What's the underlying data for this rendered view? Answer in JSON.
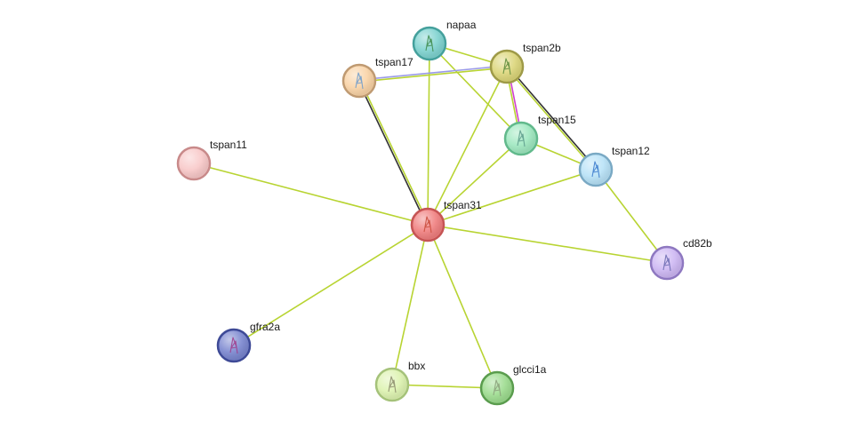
{
  "network": {
    "nodes": [
      {
        "id": "tspan31",
        "label": "tspan31",
        "fill": "#f07f7f",
        "stroke": "#c55555",
        "glyph": "#c84a3a"
      },
      {
        "id": "napaa",
        "label": "napaa",
        "fill": "#7fd3d0",
        "stroke": "#45a09c",
        "glyph": "#3c8a4a"
      },
      {
        "id": "tspan2b",
        "label": "tspan2b",
        "fill": "#dcd67a",
        "stroke": "#9e9a48",
        "glyph": "#5a8a3a"
      },
      {
        "id": "tspan17",
        "label": "tspan17",
        "fill": "#f9d3a6",
        "stroke": "#bf9a72",
        "glyph": "#6a9acc"
      },
      {
        "id": "tspan15",
        "label": "tspan15",
        "fill": "#9fe8c0",
        "stroke": "#62b98c",
        "glyph": "#5a9a8a"
      },
      {
        "id": "tspan12",
        "label": "tspan12",
        "fill": "#b8e2f7",
        "stroke": "#7aa9c4",
        "glyph": "#3a7acc"
      },
      {
        "id": "tspan11",
        "label": "tspan11",
        "fill": "#f8c8c8",
        "stroke": "#c88a8a",
        "glyph": ""
      },
      {
        "id": "cd82b",
        "label": "cd82b",
        "fill": "#cdb7f3",
        "stroke": "#8e78c0",
        "glyph": "#6a6ab0"
      },
      {
        "id": "gfra2a",
        "label": "gfra2a",
        "fill": "#7a86cf",
        "stroke": "#3e4a96",
        "glyph": "#a03a8a"
      },
      {
        "id": "bbx",
        "label": "bbx",
        "fill": "#ddf3b0",
        "stroke": "#a5c27a",
        "glyph": "#8a8a6a"
      },
      {
        "id": "glcci1a",
        "label": "glcci1a",
        "fill": "#9ddc8f",
        "stroke": "#5a9c4e",
        "glyph": "#8aa07a"
      }
    ],
    "edges": [
      {
        "from": "tspan31",
        "to": "tspan11",
        "colors": [
          "#b8d432"
        ]
      },
      {
        "from": "tspan31",
        "to": "gfra2a",
        "colors": [
          "#b8d432"
        ]
      },
      {
        "from": "tspan31",
        "to": "bbx",
        "colors": [
          "#b8d432"
        ]
      },
      {
        "from": "tspan31",
        "to": "glcci1a",
        "colors": [
          "#b8d432"
        ]
      },
      {
        "from": "tspan31",
        "to": "cd82b",
        "colors": [
          "#b8d432"
        ]
      },
      {
        "from": "tspan31",
        "to": "tspan12",
        "colors": [
          "#b8d432"
        ]
      },
      {
        "from": "tspan31",
        "to": "tspan15",
        "colors": [
          "#b8d432"
        ]
      },
      {
        "from": "tspan31",
        "to": "tspan2b",
        "colors": [
          "#b8d432"
        ]
      },
      {
        "from": "tspan31",
        "to": "napaa",
        "colors": [
          "#b8d432"
        ]
      },
      {
        "from": "tspan31",
        "to": "tspan17",
        "colors": [
          "#333333",
          "#b8d432"
        ]
      },
      {
        "from": "bbx",
        "to": "glcci1a",
        "colors": [
          "#b8d432"
        ]
      },
      {
        "from": "tspan12",
        "to": "cd82b",
        "colors": [
          "#b8d432"
        ]
      },
      {
        "from": "tspan15",
        "to": "tspan12",
        "colors": [
          "#b8d432"
        ]
      },
      {
        "from": "tspan2b",
        "to": "tspan15",
        "colors": [
          "#d040d0",
          "#b8d432"
        ]
      },
      {
        "from": "tspan2b",
        "to": "tspan12",
        "colors": [
          "#333333",
          "#b8d432"
        ]
      },
      {
        "from": "napaa",
        "to": "tspan2b",
        "colors": [
          "#b8d432"
        ]
      },
      {
        "from": "napaa",
        "to": "tspan15",
        "colors": [
          "#b8d432"
        ]
      },
      {
        "from": "tspan17",
        "to": "tspan2b",
        "colors": [
          "#9a9ae8",
          "#b8d432"
        ]
      }
    ]
  }
}
